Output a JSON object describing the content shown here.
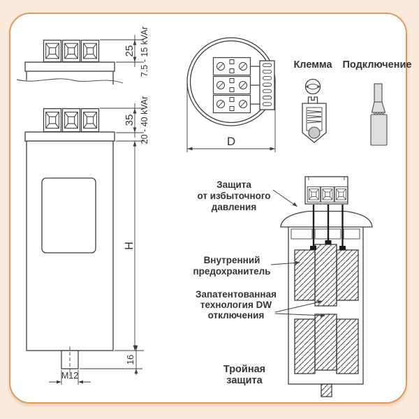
{
  "front_views": {
    "dim_terminal_small": "25",
    "range_small": "7.5 - 15 kVAr",
    "dim_terminal_large": "35",
    "range_large": "20 - 40 kVAr",
    "dim_height": "H",
    "dim_stud_length": "16",
    "stud_thread": "M12"
  },
  "top_view": {
    "dim_diameter": "D"
  },
  "legend": {
    "terminal_label": "Клемма",
    "connection_label": "Подключение"
  },
  "cutaway": {
    "pressure_protection": [
      "Защита",
      "от избыточного",
      "давления"
    ],
    "internal_fuse": [
      "Внутренний",
      "предохранитель"
    ],
    "dw_technology": [
      "Запатентованная",
      "технология DW",
      "отключения"
    ],
    "triple_protection": [
      "Тройная",
      "защита"
    ]
  },
  "colors": {
    "background": "#fcebdc",
    "panel": "#ffffff",
    "panel_border": "#dd9b63",
    "line": "#3d3d3d",
    "text": "#333333",
    "fill_light": "#dedede",
    "fill_mid": "#c9c9c9"
  }
}
